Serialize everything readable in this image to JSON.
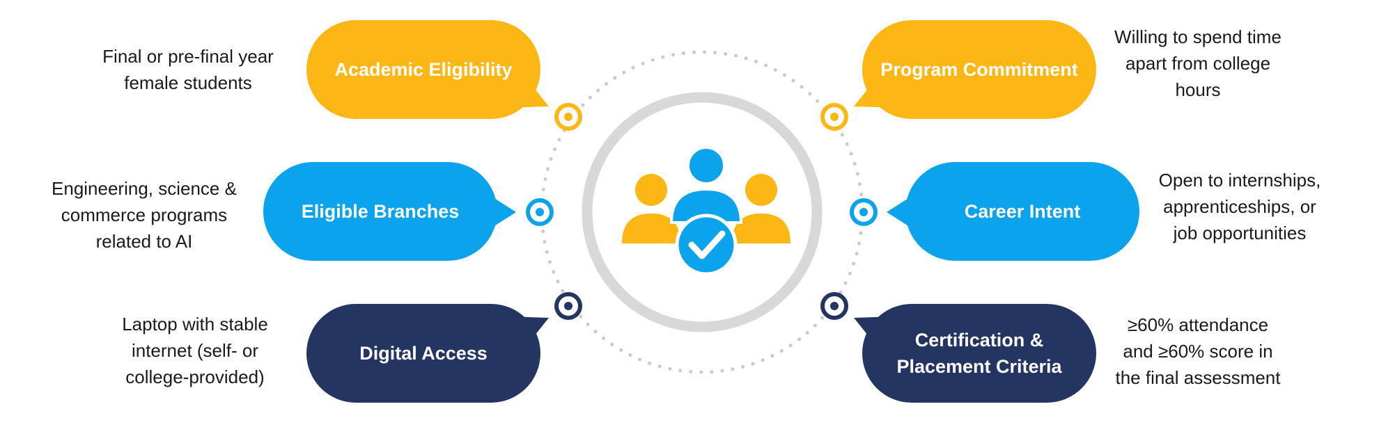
{
  "colors": {
    "yellow": "#FDB714",
    "blue": "#0AA3EC",
    "navy": "#253561",
    "ring_gray": "#D7D8DA",
    "dots_gray": "#C9CACC",
    "text": "#1A1A1A"
  },
  "center": {
    "icon": "group-check-icon"
  },
  "items": [
    {
      "id": "academic-eligibility",
      "label": "Academic Eligibility",
      "description": "Final or pre-final year\nfemale students",
      "color": "#FDB714"
    },
    {
      "id": "eligible-branches",
      "label": "Eligible Branches",
      "description": "Engineering, science &\ncommerce programs\nrelated to AI",
      "color": "#0AA3EC"
    },
    {
      "id": "digital-access",
      "label": "Digital Access",
      "description": "Laptop with stable\ninternet (self- or\ncollege-provided)",
      "color": "#253561"
    },
    {
      "id": "program-commitment",
      "label": "Program Commitment",
      "description": "Willing to spend time\napart from college\nhours",
      "color": "#FDB714"
    },
    {
      "id": "career-intent",
      "label": "Career Intent",
      "description": "Open to internships,\napprenticeships, or\njob opportunities",
      "color": "#0AA3EC"
    },
    {
      "id": "certification-placement",
      "label": "Certification &\nPlacement Criteria",
      "description": "≥60% attendance\nand ≥60% score in\nthe final assessment",
      "color": "#253561"
    }
  ]
}
